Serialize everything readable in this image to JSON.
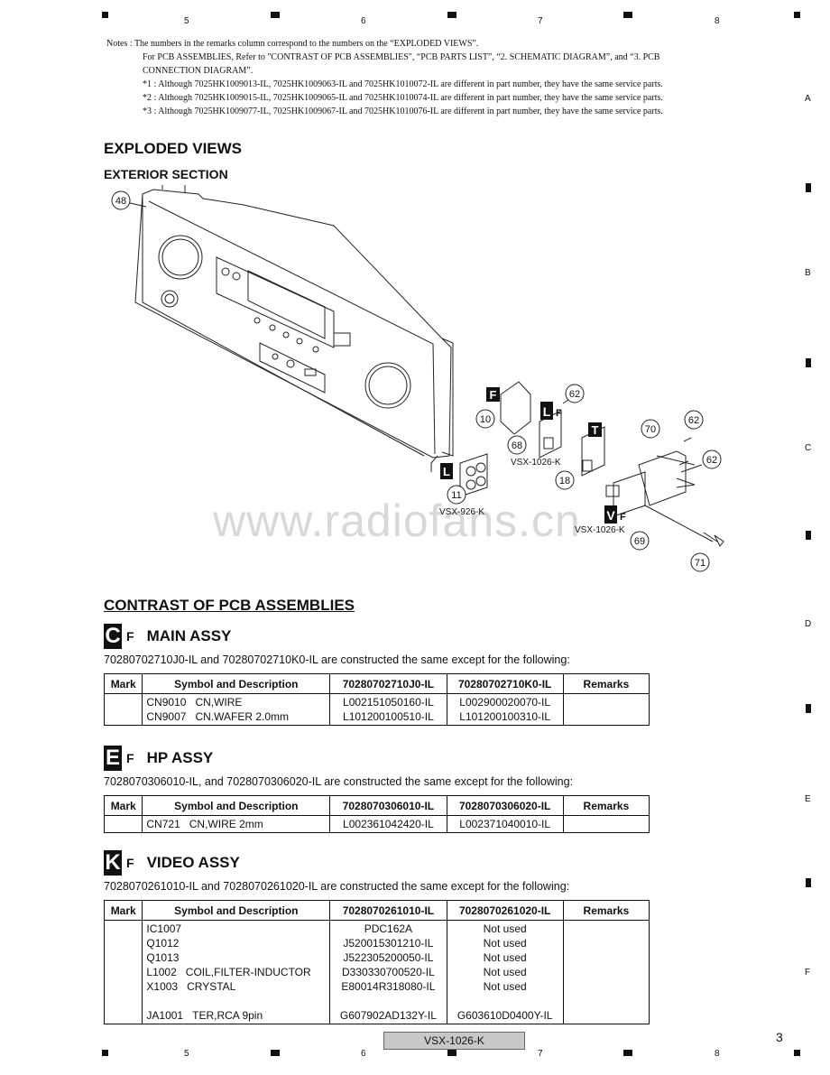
{
  "grid": {
    "col_numbers": [
      "5",
      "6",
      "7",
      "8"
    ],
    "row_letters": [
      "A",
      "B",
      "C",
      "D",
      "E",
      "F"
    ]
  },
  "notes": {
    "lead": "Notes :",
    "line1": "The numbers in the remarks column correspond to the numbers on the “EXPLODED VIEWS”.",
    "line2": "For PCB ASSEMBLIES, Refer to \"CONTRAST OF PCB ASSEMBLIES\", “PCB PARTS LIST”, “2. SCHEMATIC DIAGRAM”, and “3. PCB",
    "line3": "CONNECTION DIAGRAM”.",
    "line4": "*1 : Although 7025HK1009013-IL, 7025HK1009063-IL and 7025HK1010072-IL are different in part number, they have the same service parts.",
    "line5": "*2 : Although 7025HK1009015-IL, 7025HK1009065-IL and 7025HK1010074-IL are different in part number, they have the same service parts.",
    "line6": "*3 : Although 7025HK1009077-IL, 7025HK1009067-IL and 7025HK1010076-IL are different in part number, they have the same service parts."
  },
  "exploded": {
    "title": "EXPLODED VIEWS",
    "subtitle": "EXTERIOR SECTION",
    "callouts": [
      "48",
      "10",
      "62",
      "68",
      "70",
      "62",
      "62",
      "18",
      "11",
      "69",
      "71"
    ],
    "badges": [
      "F",
      "L",
      "F",
      "T",
      "L",
      "V",
      "F"
    ],
    "labels": [
      "VSX-1026-K",
      "VSX-926-K",
      "VSX-1026-K"
    ],
    "watermark": "www.radiofans.cn"
  },
  "contrast": {
    "title": "CONTRAST OF PCB ASSEMBLIES",
    "headers": {
      "mark": "Mark",
      "symbol": "Symbol and Description",
      "remarks": "Remarks"
    },
    "main": {
      "badge": "C",
      "fmark": "F",
      "title": "MAIN ASSY",
      "sentence": "70280702710J0-IL and 70280702710K0-IL are constructed the same except for the following:",
      "col3": "70280702710J0-IL",
      "col4": "70280702710K0-IL",
      "rows": [
        {
          "symbol": "CN9010",
          "desc": "CN,WIRE",
          "a": "L002151050160-IL",
          "b": "L002900020070-IL"
        },
        {
          "symbol": "CN9007",
          "desc": "CN.WAFER 2.0mm",
          "a": "L101200100510-IL",
          "b": "L101200100310-IL"
        }
      ]
    },
    "hp": {
      "badge": "E",
      "fmark": "F",
      "title": "HP ASSY",
      "sentence": "7028070306010-IL,  and 7028070306020-IL are constructed the same except for the following:",
      "col3": "7028070306010-IL",
      "col4": "7028070306020-IL",
      "rows": [
        {
          "symbol": "CN721",
          "desc": "CN,WIRE 2mm",
          "a": "L002361042420-IL",
          "b": "L002371040010-IL"
        }
      ]
    },
    "video": {
      "badge": "K",
      "fmark": "F",
      "title": "VIDEO ASSY",
      "sentence": "7028070261010-IL and 7028070261020-IL are constructed the same except for the following:",
      "col3": "7028070261010-IL",
      "col4": "7028070261020-IL",
      "rows": [
        {
          "symbol": "IC1007",
          "desc": "",
          "a": "PDC162A",
          "b": "Not used"
        },
        {
          "symbol": "Q1012",
          "desc": "",
          "a": "J520015301210-IL",
          "b": "Not used"
        },
        {
          "symbol": "Q1013",
          "desc": "",
          "a": "J522305200050-IL",
          "b": "Not used"
        },
        {
          "symbol": "L1002",
          "desc": "COIL,FILTER-INDUCTOR",
          "a": "D330330700520-IL",
          "b": "Not used"
        },
        {
          "symbol": "X1003",
          "desc": "CRYSTAL",
          "a": "E80014R318080-IL",
          "b": "Not used"
        },
        {
          "symbol": "JA1001",
          "desc": "TER,RCA 9pin",
          "a": "G607902AD132Y-IL",
          "b": "G603610D0400Y-IL"
        }
      ]
    }
  },
  "footer": {
    "model": "VSX-1026-K",
    "page": "3"
  }
}
